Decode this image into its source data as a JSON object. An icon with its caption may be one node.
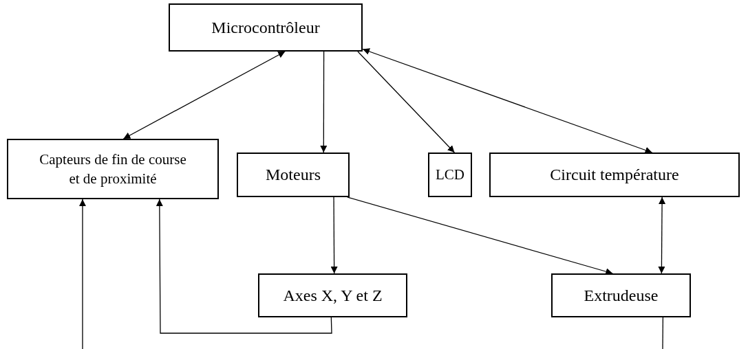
{
  "diagram": {
    "nodes": [
      {
        "text": [
          "Microcontrôleur"
        ]
      },
      {
        "text": [
          "Capteurs de fin de course et de proximité"
        ]
      },
      {
        "text": [
          "Moteurs"
        ]
      },
      {
        "text": [
          "LCD"
        ]
      },
      {
        "text": [
          "Circuit température"
        ]
      },
      {
        "text": [
          "Axes X, Y et Z"
        ]
      },
      {
        "text": [
          "Extrudeuse"
        ]
      }
    ],
    "edges": [
      {
        "from": 0,
        "to": 1,
        "arrow": "both"
      },
      {
        "from": 0,
        "to": 2,
        "arrow": "to"
      },
      {
        "from": 0,
        "to": 3,
        "arrow": "to"
      },
      {
        "from": 0,
        "to": 4,
        "arrow": "both"
      },
      {
        "from": 2,
        "to": 5,
        "arrow": "to"
      },
      {
        "from": 2,
        "to": 6,
        "arrow": "to"
      },
      {
        "from": 4,
        "to": 6,
        "arrow": "both"
      },
      {
        "from": null,
        "to": 1,
        "arrow": "to"
      },
      {
        "from": 5,
        "to": 1,
        "arrow": "to"
      },
      {
        "from": 6,
        "to": null,
        "arrow": "none"
      }
    ]
  }
}
